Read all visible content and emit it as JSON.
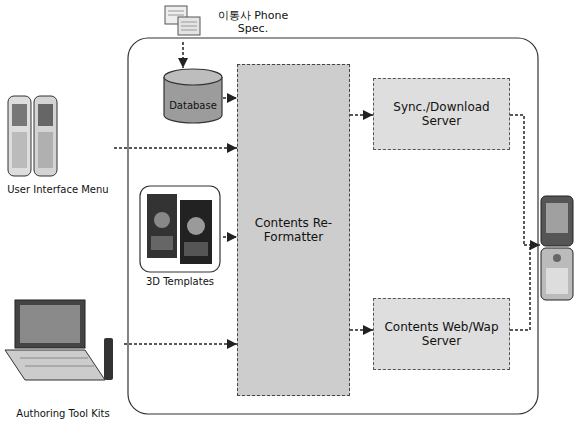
{
  "diagram": {
    "nodes": [
      {
        "text": [
          "이통사 Phone Spec."
        ]
      },
      {
        "text": [
          "Database"
        ]
      },
      {
        "text": [
          "Contents Re-Formatter"
        ]
      },
      {
        "text": [
          "Sync./Download Server"
        ]
      },
      {
        "text": [
          "User Interface Menu"
        ]
      },
      {
        "text": [
          "3D Templates"
        ]
      },
      {
        "text": [
          "Contents Web/Wap Server"
        ]
      },
      {
        "text": [
          "Authoring Tool Kits"
        ]
      }
    ],
    "edges": [
      {
        "from": 0,
        "to": 1,
        "arrow": "to"
      },
      {
        "from": 1,
        "to": 2,
        "arrow": "to"
      },
      {
        "from": 4,
        "to": 2,
        "arrow": "to"
      },
      {
        "from": 5,
        "to": 2,
        "arrow": "to"
      },
      {
        "from": 7,
        "to": 2,
        "arrow": "to"
      },
      {
        "from": 2,
        "to": 3,
        "arrow": "to"
      },
      {
        "from": 2,
        "to": 6,
        "arrow": "to"
      }
    ]
  }
}
